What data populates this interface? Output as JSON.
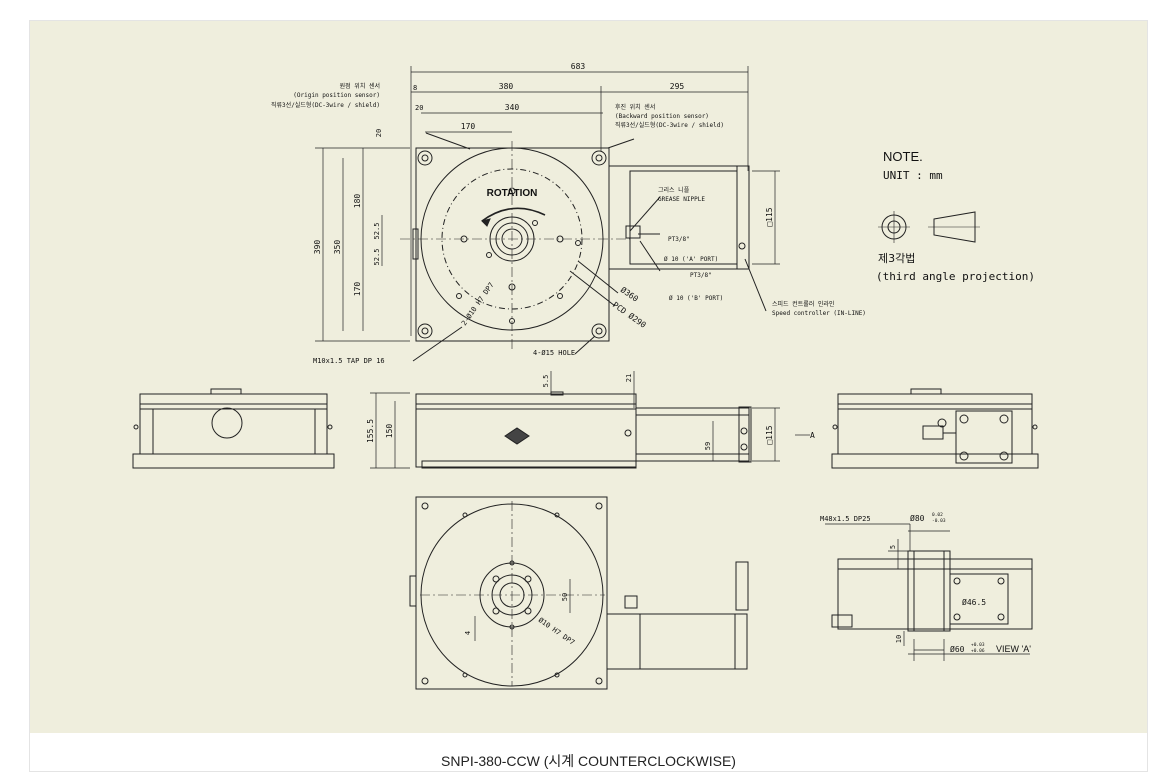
{
  "caption": "SNPI-380-CCW (시계 COUNTERCLOCKWISE)",
  "note": {
    "title": "NOTE.",
    "unit": "UNIT : mm",
    "projection_ko": "제3각법",
    "projection_en": "(third angle projection)"
  },
  "top_view": {
    "rotation": "ROTATION",
    "dims": {
      "total": "683",
      "left_w": "380",
      "right_w": "295",
      "inner_w": "340",
      "edge_8": "8",
      "edge_20": "20",
      "half_170": "170",
      "height_390": "390",
      "height_350": "350",
      "top_20": "20",
      "v180": "180",
      "v525a": "52.5",
      "v525b": "52.5",
      "v170": "170",
      "sq115": "□115"
    },
    "origin_sensor": [
      "원점 위치 센서",
      "(Origin position sensor)",
      "직류3선/실드형(DC-3wire / shield)"
    ],
    "backward_sensor": [
      "후진 위치 센서",
      "(Backward position sensor)",
      "직류3선/실드형(DC-3wire / shield)"
    ],
    "grease": [
      "그리스 니플",
      "GREASE NIPPLE"
    ],
    "ports": {
      "pt_a": "PT3/8\"",
      "a_port": "Ø 10 ('A' PORT)",
      "pt_b": "PT3/8\"",
      "b_port": "Ø 10 ('B' PORT)"
    },
    "speed": [
      "스피드 컨트롤러 인라인",
      "Speed controller (IN-LINE)"
    ],
    "d360": "Ø360",
    "pcd": "PCD Ø290",
    "dowel": "2-Ø10 H7 DP7",
    "tap": "M10x1.5 TAP DP 16",
    "hole": "4-Ø15 HOLE"
  },
  "front_view": {
    "h155": "155.5",
    "h150": "150",
    "h55": "5.5",
    "h21": "21",
    "h59": "59",
    "sq115": "□115",
    "arrow_a": "A"
  },
  "bottom_view": {
    "d50": "50",
    "d4": "4",
    "dowel": "Ø10 H7 DP7"
  },
  "view_a": {
    "thread": "M48x1.5 DP25",
    "d80": "Ø80",
    "tol80": [
      "0.02",
      "-0.03"
    ],
    "d5": "5",
    "d465": "Ø46.5",
    "d10": "10",
    "d60": "Ø60",
    "tol60": [
      "+0.03",
      "+0.06"
    ],
    "label": "VIEW 'A'"
  }
}
